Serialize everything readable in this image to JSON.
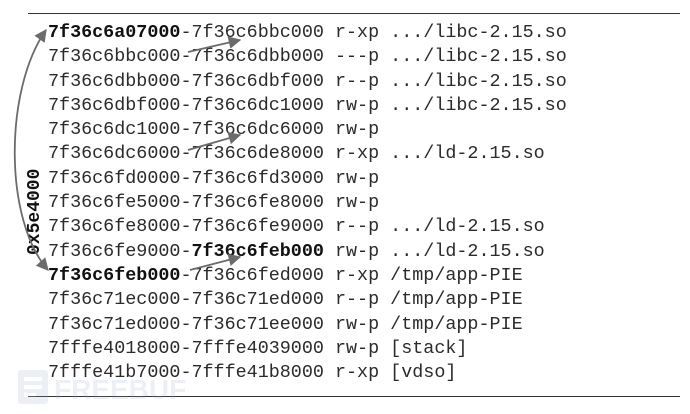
{
  "offset_label": "0x5e4000",
  "watermark_text": "FREEBUF",
  "colors": {
    "text": "#2b2b2b",
    "bold_text": "#111111",
    "arrow": "#6b6b6b",
    "rule": "#333333"
  },
  "rows": [
    {
      "start": "7f36c6a07000",
      "sep": "-",
      "end": "7f36c6bbc000",
      "perms": "r-xp",
      "path": ".../libc-2.15.so",
      "bold_start": true,
      "bold_end": false
    },
    {
      "start": "7f36c6bbc000",
      "sep": "-",
      "end": "7f36c6dbb000",
      "perms": "---p",
      "path": ".../libc-2.15.so",
      "bold_start": false,
      "bold_end": false
    },
    {
      "start": "7f36c6dbb000",
      "sep": "-",
      "end": "7f36c6dbf000",
      "perms": "r--p",
      "path": ".../libc-2.15.so",
      "bold_start": false,
      "bold_end": false
    },
    {
      "start": "7f36c6dbf000",
      "sep": "-",
      "end": "7f36c6dc1000",
      "perms": "rw-p",
      "path": ".../libc-2.15.so",
      "bold_start": false,
      "bold_end": false
    },
    {
      "start": "7f36c6dc1000",
      "sep": "-",
      "end": "7f36c6dc6000",
      "perms": "rw-p",
      "path": "",
      "bold_start": false,
      "bold_end": false
    },
    {
      "start": "7f36c6dc6000",
      "sep": "-",
      "end": "7f36c6de8000",
      "perms": "r-xp",
      "path": ".../ld-2.15.so",
      "bold_start": false,
      "bold_end": false
    },
    {
      "start": "7f36c6fd0000",
      "sep": "-",
      "end": "7f36c6fd3000",
      "perms": "rw-p",
      "path": "",
      "bold_start": false,
      "bold_end": false
    },
    {
      "start": "7f36c6fe5000",
      "sep": "-",
      "end": "7f36c6fe8000",
      "perms": "rw-p",
      "path": "",
      "bold_start": false,
      "bold_end": false
    },
    {
      "start": "7f36c6fe8000",
      "sep": "-",
      "end": "7f36c6fe9000",
      "perms": "r--p",
      "path": ".../ld-2.15.so",
      "bold_start": false,
      "bold_end": false
    },
    {
      "start": "7f36c6fe9000",
      "sep": "-",
      "end": "7f36c6feb000",
      "perms": "rw-p",
      "path": ".../ld-2.15.so",
      "bold_start": false,
      "bold_end": true
    },
    {
      "start": "7f36c6feb000",
      "sep": "-",
      "end": "7f36c6fed000",
      "perms": "r-xp",
      "path": "/tmp/app-PIE",
      "bold_start": true,
      "bold_end": false
    },
    {
      "start": "7f36c71ec000",
      "sep": "-",
      "end": "7f36c71ed000",
      "perms": "r--p",
      "path": "/tmp/app-PIE",
      "bold_start": false,
      "bold_end": false
    },
    {
      "start": "7f36c71ed000",
      "sep": "-",
      "end": "7f36c71ee000",
      "perms": "rw-p",
      "path": "/tmp/app-PIE",
      "bold_start": false,
      "bold_end": false
    },
    {
      "start": "7fffe4018000",
      "sep": "-",
      "end": "7fffe4039000",
      "perms": "rw-p",
      "path": "[stack]",
      "bold_start": false,
      "bold_end": false
    },
    {
      "start": "7fffe41b7000",
      "sep": "-",
      "end": "7fffe41b8000",
      "perms": "r-xp",
      "path": "[vdso]",
      "bold_start": false,
      "bold_end": false
    }
  ]
}
